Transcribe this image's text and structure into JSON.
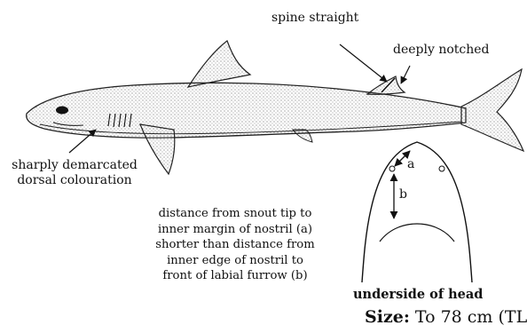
{
  "labels": {
    "spine": "spine straight",
    "notch": "deeply notched",
    "dorsal_line1": "sharply demarcated",
    "dorsal_line2": "dorsal colouration",
    "note_lines": [
      "distance from snout tip to",
      "inner margin of nostril (a)",
      "shorter than distance from",
      "inner edge of nostril to",
      "front of labial furrow (b)"
    ],
    "underside": "underside of head",
    "size_label": "Size:",
    "size_value": "To 78 cm (TL",
    "marker_a": "a",
    "marker_b": "b"
  }
}
